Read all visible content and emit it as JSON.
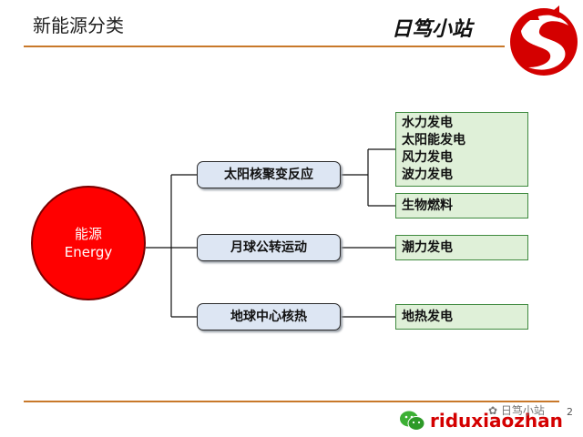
{
  "header": {
    "title": "新能源分类",
    "brand": "日笃小站"
  },
  "center": {
    "line1": "能源",
    "line2": "Energy"
  },
  "middle": [
    "太阳核聚变反应",
    "月球公转运动",
    "地球中心核热"
  ],
  "right": {
    "group1": [
      "水力发电",
      "太阳能发电",
      "风力发电",
      "波力发电"
    ],
    "bio": "生物燃料",
    "tidal": "潮力发电",
    "geo": "地热发电"
  },
  "footer": {
    "site": "riduxiaozhan",
    "watermark": "日笃小站",
    "page": "2"
  },
  "colors": {
    "accent": "#c8782a",
    "energy": "#ff0000",
    "mid_box": "#dde6f3",
    "right_box": "#dff0d8",
    "brand_red": "#d40000"
  },
  "icons": {
    "logo": "dragon-s-logo-icon",
    "wechat": "wechat-icon"
  }
}
